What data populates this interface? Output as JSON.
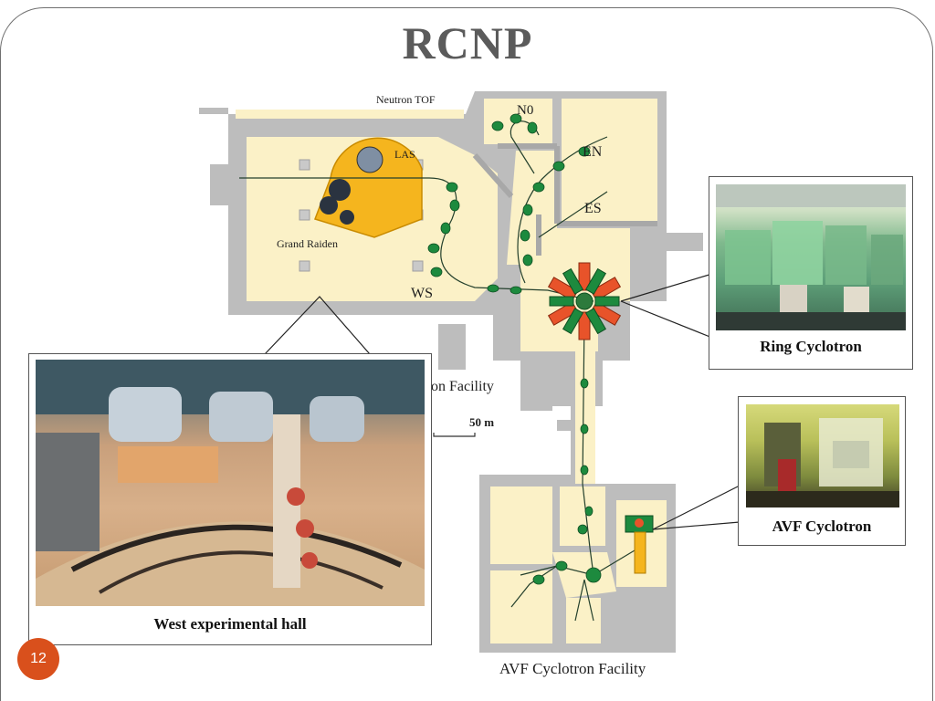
{
  "slide": {
    "title": "RCNP",
    "page_number": "12"
  },
  "map": {
    "labels": {
      "neutron_tof": "Neutron TOF",
      "n0": "N0",
      "en": "EN",
      "es": "ES",
      "las": "LAS",
      "grand_raiden": "Grand Raiden",
      "ws": "WS",
      "ring_facility": "on Facility",
      "scale": "50 m",
      "avf_facility": "AVF Cyclotron Facility"
    },
    "colors": {
      "floor": "#fbf1c7",
      "wall": "#bdbdbd",
      "beamline": "#1d8a3e",
      "spectrometer": "#f5b51e",
      "cyclotron_magnet": "#e8532a"
    }
  },
  "callouts": {
    "ring": {
      "caption": "Ring Cyclotron"
    },
    "avf": {
      "caption": "AVF Cyclotron"
    },
    "west_hall": {
      "caption": "West experimental hall"
    }
  }
}
